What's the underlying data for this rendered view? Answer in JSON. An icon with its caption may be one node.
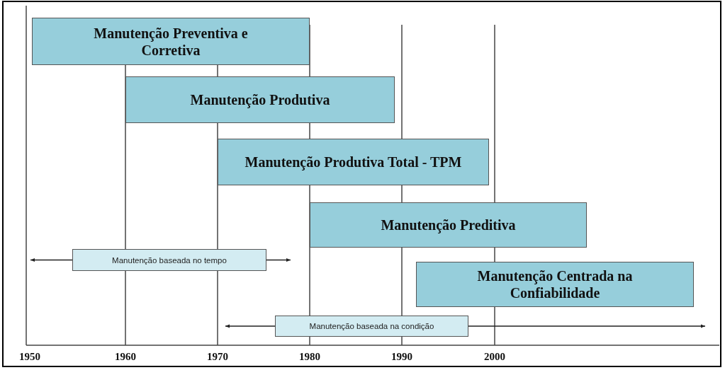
{
  "diagram": {
    "nodes": [
      {
        "text": [
          "Manutenção Preventiva e Corretiva"
        ]
      },
      {
        "text": [
          "Manutenção Produtiva"
        ]
      },
      {
        "text": [
          "Manutenção Produtiva Total - TPM"
        ]
      },
      {
        "text": [
          "Manutenção Preditiva"
        ]
      },
      {
        "text": [
          "Manutenção Centrada na Confiabilidade"
        ]
      },
      {
        "text": [
          "Manutenção baseada no tempo"
        ]
      },
      {
        "text": [
          "Manutenção baseada na condição"
        ]
      }
    ],
    "edges": [
      {
        "from": 5,
        "to": null,
        "arrow": "to"
      },
      {
        "from": 5,
        "to": null,
        "arrow": "to"
      },
      {
        "from": 6,
        "to": null,
        "arrow": "to"
      },
      {
        "from": 6,
        "to": null,
        "arrow": "to"
      }
    ],
    "labels": [
      "1950",
      "1960",
      "1970",
      "1980",
      "1990",
      "2000"
    ]
  }
}
